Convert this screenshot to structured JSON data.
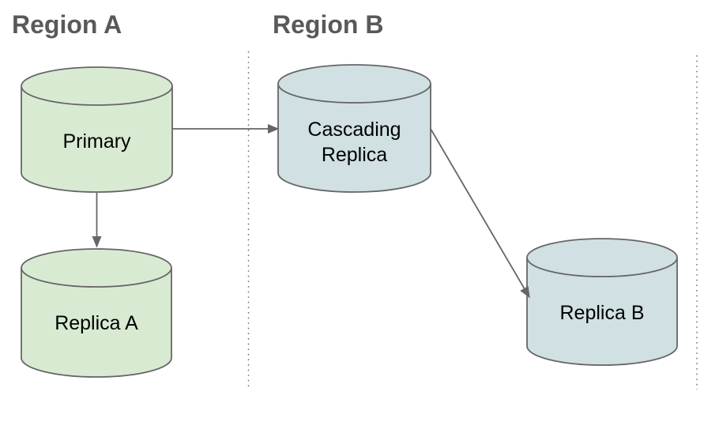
{
  "diagram": {
    "type": "database-replication-topology",
    "regions": [
      {
        "id": "region-a",
        "label": "Region A"
      },
      {
        "id": "region-b",
        "label": "Region B"
      }
    ],
    "nodes": [
      {
        "id": "primary",
        "label": "Primary",
        "region": "Region A",
        "shape": "database-cylinder",
        "fill": "#d9ead3"
      },
      {
        "id": "cascading-replica",
        "label": "Cascading Replica",
        "label_lines": [
          "Cascading",
          "Replica"
        ],
        "region": "Region B",
        "shape": "database-cylinder",
        "fill": "#d0e0e3"
      },
      {
        "id": "replica-a",
        "label": "Replica A",
        "region": "Region A",
        "shape": "database-cylinder",
        "fill": "#d9ead3"
      },
      {
        "id": "replica-b",
        "label": "Replica B",
        "region": "Region B",
        "shape": "database-cylinder",
        "fill": "#d0e0e3"
      }
    ],
    "edges": [
      {
        "from": "primary",
        "to": "cascading-replica",
        "style": "arrow"
      },
      {
        "from": "primary",
        "to": "replica-a",
        "style": "arrow"
      },
      {
        "from": "cascading-replica",
        "to": "replica-b",
        "style": "arrow"
      }
    ],
    "colors": {
      "region_a_fill": "#d9ead3",
      "region_b_fill": "#d0e0e3",
      "stroke": "#666666",
      "title_text": "#595959",
      "node_text": "#000000",
      "background": "#ffffff"
    }
  }
}
